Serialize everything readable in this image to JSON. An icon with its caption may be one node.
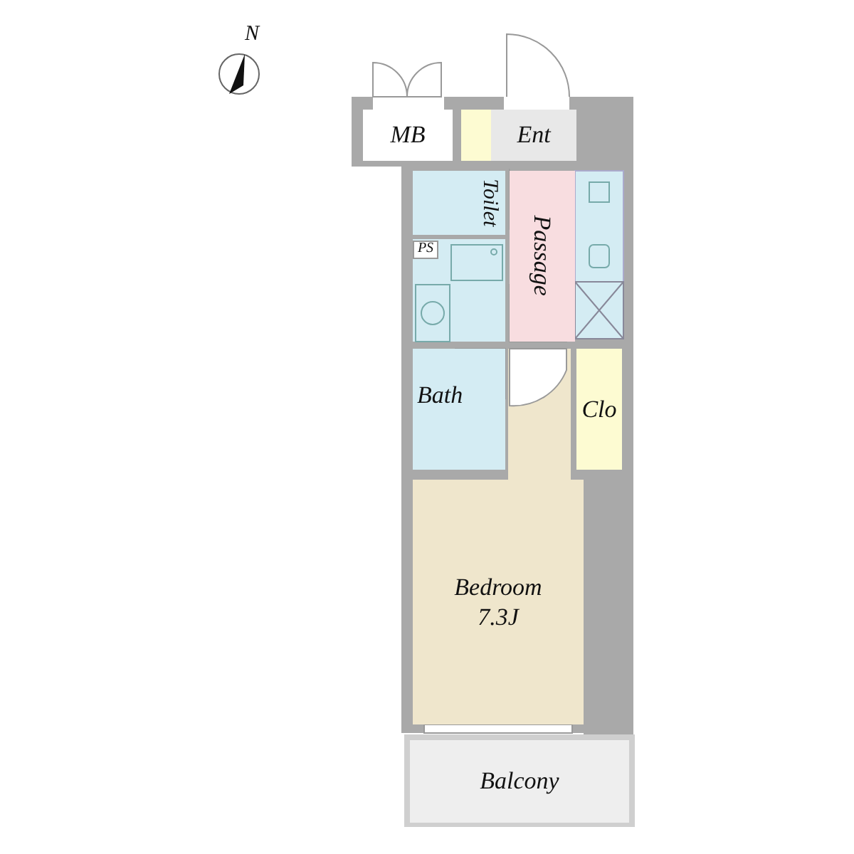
{
  "diagram": {
    "nodes": [
      {
        "text": [
          "MB"
        ]
      },
      {
        "text": [
          "Ent"
        ]
      },
      {
        "text": [
          "Toilet"
        ]
      },
      {
        "text": [
          "Passage"
        ]
      },
      {
        "text": [
          "PS"
        ]
      },
      {
        "text": [
          "Bath"
        ]
      },
      {
        "text": [
          "Clo"
        ]
      },
      {
        "text": [
          "Bedroom",
          "7.3J"
        ]
      },
      {
        "text": [
          "Balcony"
        ]
      }
    ],
    "labels": [
      "N"
    ]
  }
}
